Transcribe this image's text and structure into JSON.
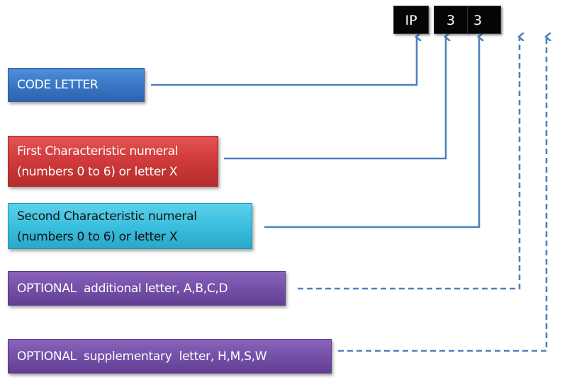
{
  "code_boxes": [
    {
      "label": "IP"
    },
    {
      "label": "3"
    },
    {
      "label": "3"
    }
  ],
  "labels": {
    "code_letter": [
      "CODE LETTER"
    ],
    "first_numeral": [
      "First Characteristic numeral",
      "(numbers 0 to 6) or letter X"
    ],
    "second_numeral": [
      "Second Characteristic numeral",
      "(numbers 0 to 6) or letter X"
    ],
    "optional_additional": [
      "OPTIONAL  additional letter, A,B,C,D"
    ],
    "optional_supplementary": [
      "OPTIONAL  supplementary  letter, H,M,S,W"
    ]
  },
  "colors": {
    "connector": "#4f81bd",
    "code_letter_box": "#3a77c7",
    "first_numeral_box": "#cf3a3a",
    "second_numeral_box": "#3bbfde",
    "optional_box": "#7550a8"
  },
  "connectors": [
    {
      "from": "code_letter",
      "to": "code-box-IP",
      "style": "solid"
    },
    {
      "from": "first_numeral",
      "to": "code-box-first-digit",
      "style": "solid"
    },
    {
      "from": "second_numeral",
      "to": "code-box-second-digit",
      "style": "solid"
    },
    {
      "from": "optional_additional",
      "to": "optional-slot-1",
      "style": "dashed"
    },
    {
      "from": "optional_supplementary",
      "to": "optional-slot-2",
      "style": "dashed"
    }
  ]
}
